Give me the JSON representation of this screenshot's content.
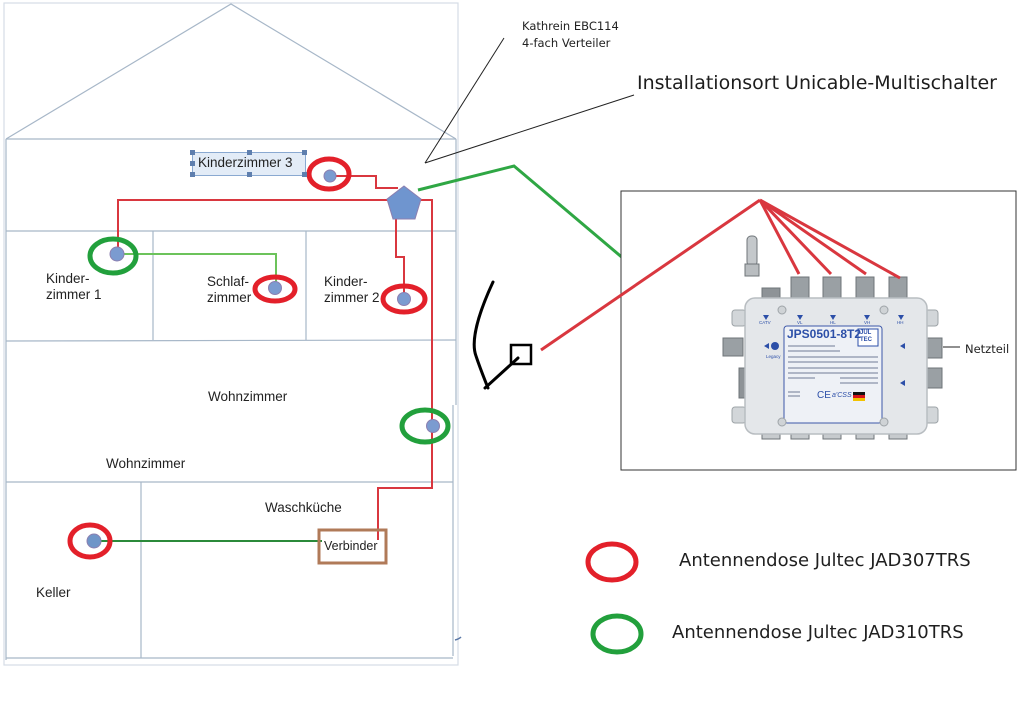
{
  "rooms": [
    {
      "id": "kinderzimmer-3",
      "label": "Kinderzimmer 3"
    },
    {
      "id": "kinderzimmer-1",
      "label": "Kinder-\nzimmer 1"
    },
    {
      "id": "schlafzimmer",
      "label": "Schlaf-\nzimmer"
    },
    {
      "id": "kinderzimmer-2",
      "label": "Kinder-\nzimmer 2"
    },
    {
      "id": "wohnzimmer-upper",
      "label": "Wohnzimmer"
    },
    {
      "id": "wohnzimmer-lower",
      "label": "Wohnzimmer"
    },
    {
      "id": "waschkueche",
      "label": "Waschküche"
    },
    {
      "id": "keller",
      "label": "Keller"
    }
  ],
  "components": {
    "splitter": {
      "label": "Kathrein EBC114\n4-fach Verteiler"
    },
    "installation_site": {
      "label": "Installationsort Unicable-Multischalter"
    },
    "connector": {
      "label": "Verbinder"
    },
    "power_supply": {
      "label": "Netzteil"
    },
    "multiswitch": {
      "model": "JPS0501-8T2",
      "brand": "JUL\nTEC",
      "ports_top": [
        "CATV",
        "VL",
        "HL",
        "VH",
        "HH"
      ],
      "marks": [
        "CE",
        "a'CSS"
      ],
      "input_label": "Legacy"
    }
  },
  "legend": [
    {
      "color_key": "red",
      "label": "Antennendose Jultec JAD307TRS"
    },
    {
      "color_key": "green",
      "label": "Antennendose Jultec JAD310TRS"
    }
  ],
  "colors": {
    "red": "#e3202a",
    "green": "#22a03c",
    "cable_red": "#d9373f",
    "cable_green_light": "#6cc35b",
    "cable_green_dark": "#2b8a3a",
    "outlet_dot": "#7b9bd0",
    "splitter_fill": "#6f95cf",
    "connector_border": "#b07a58",
    "wall": "#a7b7c8"
  }
}
